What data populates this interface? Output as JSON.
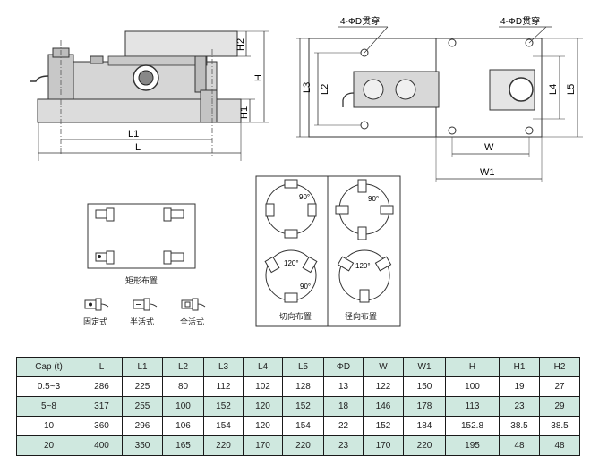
{
  "front_view": {
    "labels": {
      "h2": "H2",
      "h": "H",
      "h1": "H1",
      "l1": "L1",
      "l": "L"
    }
  },
  "top_view": {
    "through_hole_left": "4-ΦD贯穿",
    "through_hole_right": "4-ΦD贯穿",
    "labels": {
      "l3": "L3",
      "l2": "L2",
      "l4": "L4",
      "l5": "L5",
      "w": "W",
      "w1": "W1"
    }
  },
  "layouts": {
    "rectangular_caption": "矩形布置",
    "legend": [
      "固定式",
      "半活式",
      "全活式"
    ]
  },
  "circle_layouts": {
    "tangential_caption": "切向布置",
    "radial_caption": "径向布置",
    "angles": [
      "90°",
      "120°",
      "90°",
      "90°",
      "120°"
    ]
  },
  "spec_table": {
    "headers": [
      "Cap (t)",
      "L",
      "L1",
      "L2",
      "L3",
      "L4",
      "L5",
      "ΦD",
      "W",
      "W1",
      "H",
      "H1",
      "H2"
    ],
    "rows": [
      [
        "0.5~3",
        "286",
        "225",
        "80",
        "112",
        "102",
        "128",
        "13",
        "122",
        "150",
        "100",
        "19",
        "27"
      ],
      [
        "5~8",
        "317",
        "255",
        "100",
        "152",
        "120",
        "152",
        "18",
        "146",
        "178",
        "113",
        "23",
        "29"
      ],
      [
        "10",
        "360",
        "296",
        "106",
        "154",
        "120",
        "154",
        "22",
        "152",
        "184",
        "152.8",
        "38.5",
        "38.5"
      ],
      [
        "20",
        "400",
        "350",
        "165",
        "220",
        "170",
        "220",
        "23",
        "170",
        "220",
        "195",
        "48",
        "48"
      ]
    ]
  }
}
